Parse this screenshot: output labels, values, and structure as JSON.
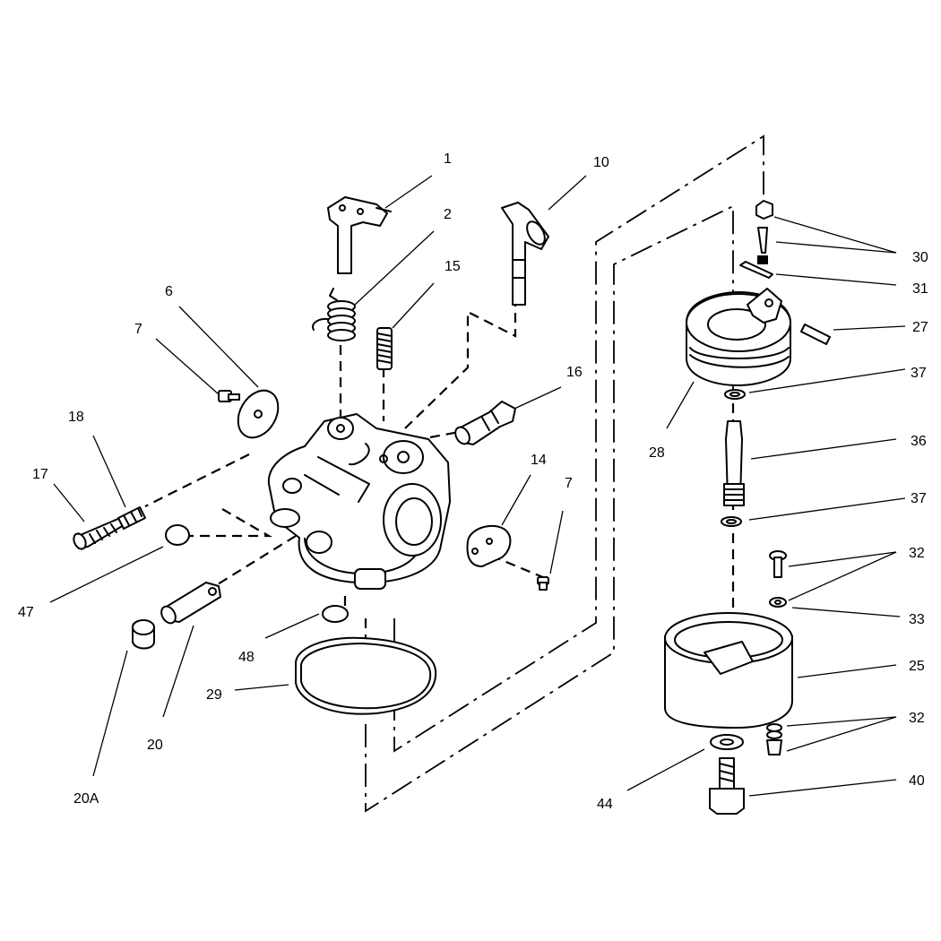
{
  "callouts": [
    {
      "id": "1",
      "label": "1"
    },
    {
      "id": "2",
      "label": "2"
    },
    {
      "id": "6",
      "label": "6"
    },
    {
      "id": "7a",
      "label": "7"
    },
    {
      "id": "7b",
      "label": "7"
    },
    {
      "id": "10",
      "label": "10"
    },
    {
      "id": "14",
      "label": "14"
    },
    {
      "id": "15",
      "label": "15"
    },
    {
      "id": "16",
      "label": "16"
    },
    {
      "id": "17",
      "label": "17"
    },
    {
      "id": "18",
      "label": "18"
    },
    {
      "id": "20",
      "label": "20"
    },
    {
      "id": "20A",
      "label": "20A"
    },
    {
      "id": "25",
      "label": "25"
    },
    {
      "id": "27",
      "label": "27"
    },
    {
      "id": "28",
      "label": "28"
    },
    {
      "id": "29",
      "label": "29"
    },
    {
      "id": "30",
      "label": "30"
    },
    {
      "id": "31",
      "label": "31"
    },
    {
      "id": "32a",
      "label": "32"
    },
    {
      "id": "32b",
      "label": "32"
    },
    {
      "id": "33",
      "label": "33"
    },
    {
      "id": "36",
      "label": "36"
    },
    {
      "id": "37a",
      "label": "37"
    },
    {
      "id": "37b",
      "label": "37"
    },
    {
      "id": "40",
      "label": "40"
    },
    {
      "id": "44",
      "label": "44"
    },
    {
      "id": "47",
      "label": "47"
    },
    {
      "id": "48",
      "label": "48"
    }
  ]
}
